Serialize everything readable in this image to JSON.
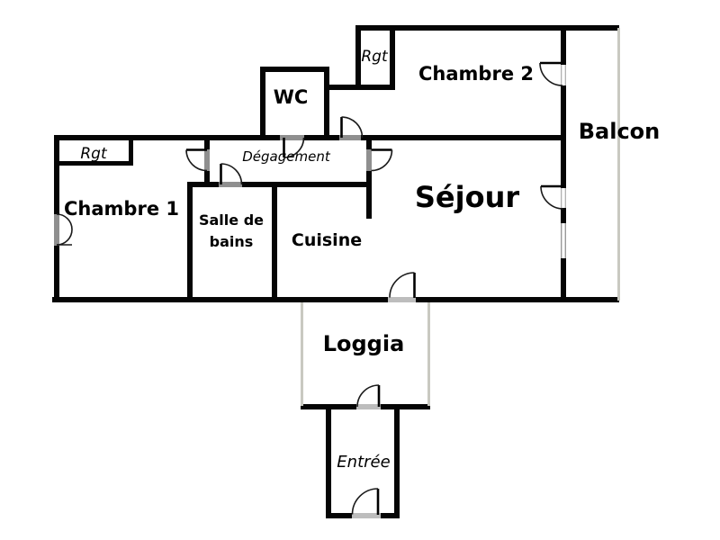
{
  "plan": {
    "type": "apartment-floor-plan",
    "rooms": {
      "chambre1": {
        "label": "Chambre 1"
      },
      "chambre2": {
        "label": "Chambre 2"
      },
      "sejour": {
        "label": "Séjour"
      },
      "cuisine": {
        "label": "Cuisine"
      },
      "salle_de_bains": {
        "label": "Salle de bains",
        "lines": [
          "Salle de",
          "bains"
        ]
      },
      "wc": {
        "label": "WC"
      },
      "degagement": {
        "label": "Dégagement"
      },
      "balcon": {
        "label": "Balcon"
      },
      "loggia": {
        "label": "Loggia"
      },
      "entree": {
        "label": "Entrée"
      },
      "rgt_chambre1": {
        "label": "Rgt"
      },
      "rgt_chambre2": {
        "label": "Rgt"
      }
    },
    "colors": {
      "wall": "#050505",
      "door_jamb_gray": "#8f8f8f",
      "threshold_gray": "#bdbdbd",
      "light_wall_gray": "#c9c9c1",
      "background": "#ffffff"
    }
  }
}
